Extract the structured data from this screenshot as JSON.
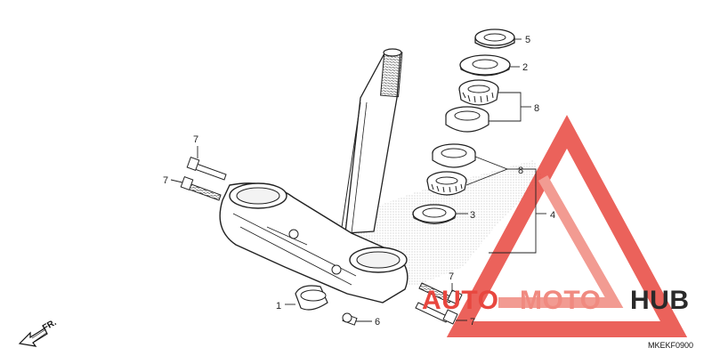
{
  "diagram": {
    "parts": [
      {
        "label": "1"
      },
      {
        "label": "2"
      },
      {
        "label": "3"
      },
      {
        "label": "4"
      },
      {
        "label": "5"
      },
      {
        "label": "6"
      },
      {
        "label": "7"
      },
      {
        "label": "8"
      }
    ],
    "callouts": {
      "c5": "5",
      "c2": "2",
      "c8a": "8",
      "c8b": "8",
      "c3": "3",
      "c4": "4",
      "c7a": "7",
      "c7b": "7",
      "c7c": "7",
      "c7d": "7",
      "c1": "1",
      "c6": "6"
    },
    "front_arrow_label": "FR.",
    "reference_code": "MKEKF0900"
  },
  "watermark": {
    "text_part1": "AUTO",
    "text_part2": "MOTO",
    "text_part3": "HUB",
    "colors": {
      "red": "#e8473f",
      "light_red": "#f08a80",
      "dark": "#2a2a2a"
    }
  }
}
